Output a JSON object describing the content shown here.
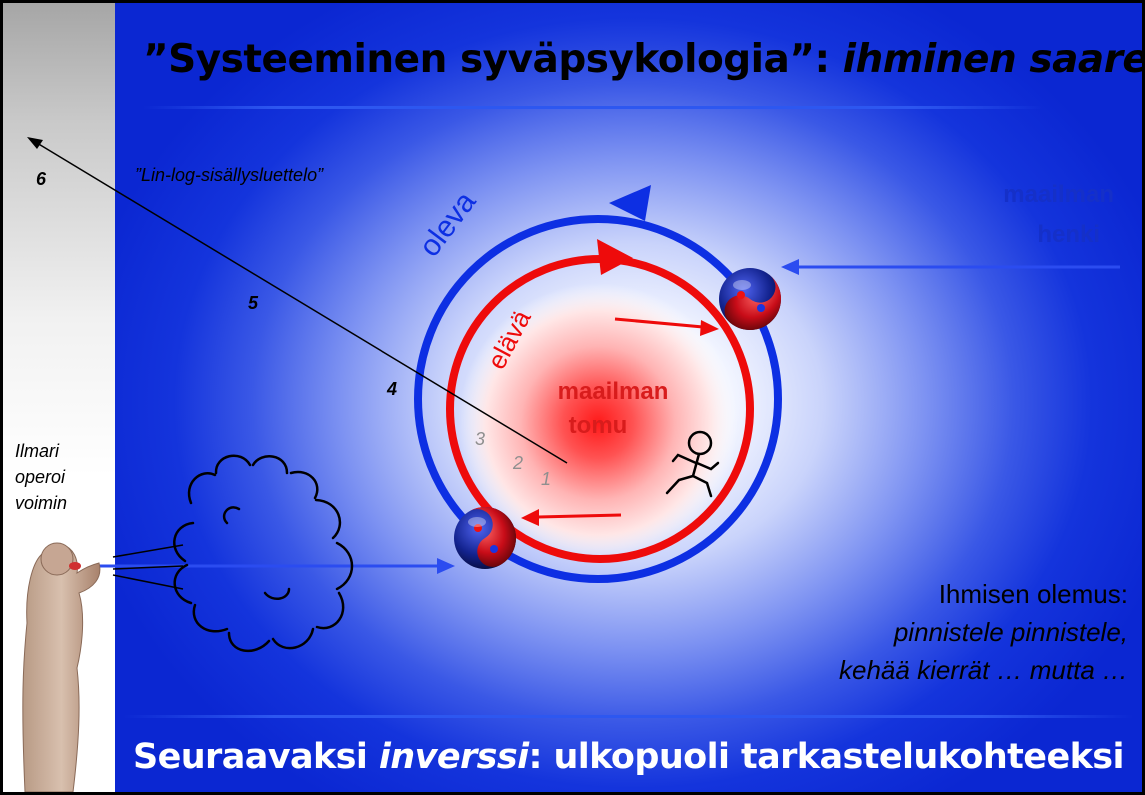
{
  "title": {
    "prefix": "”Systeeminen syväpsykologia”: ",
    "emphasis": "ihminen saarellaan"
  },
  "index_label": "”Lin-log-sisällysluettelo”",
  "step_numbers": {
    "n1": "1",
    "n2": "2",
    "n3": "3",
    "n4": "4",
    "n5": "5",
    "n6": "6"
  },
  "outer_ring_label": "oleva",
  "inner_ring_label": "elävä",
  "center_label": {
    "line1": "maailman",
    "line2": "tomu"
  },
  "spirit_label": {
    "line1": "maailman",
    "line2": "henki"
  },
  "left_caption": {
    "line1": "Ilmari",
    "line2": "operoi",
    "line3": "voimin"
  },
  "essence": {
    "line1": "Ihmisen olemus:",
    "line2": "pinnistele pinnistele,",
    "line3": "kehää kierrät … mutta …"
  },
  "footer": {
    "prefix": "Seuraavaksi ",
    "emphasis": "inverssi",
    "suffix": ": ulkopuoli tarkastelukohteeksi"
  },
  "colors": {
    "outer_ring": "#0d2fe3",
    "inner_ring": "#ee0b0b",
    "background": "#0b2ad8",
    "spirit_text": "#1530c8"
  }
}
